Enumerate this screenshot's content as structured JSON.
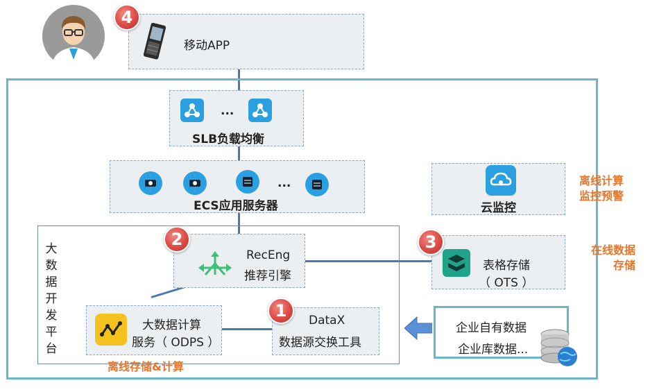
{
  "mobile_app": {
    "label": "移动APP",
    "badge": "4"
  },
  "slb": {
    "label": "SLB负载均衡",
    "ellipsis": "..."
  },
  "ecs": {
    "label": "ECS应用服务器",
    "ellipsis": "..."
  },
  "cloud_monitor": {
    "label": "云监控"
  },
  "platform": {
    "vertical_label": [
      "大",
      "数",
      "据",
      "开",
      "发",
      "平",
      "台"
    ]
  },
  "receng": {
    "line1": "RecEng",
    "line2": "推荐引擎",
    "badge": "2"
  },
  "ots": {
    "line1": "表格存储",
    "line2": "（ OTS ）",
    "badge": "3"
  },
  "odps": {
    "line1": "大数据计算",
    "line2": "服务（ ODPS ）"
  },
  "datax": {
    "line1": "DataX",
    "line2": "数据源交换工具",
    "badge": "1"
  },
  "enterprise": {
    "line1": "企业自有数据",
    "line2": "企业库数据..."
  },
  "side_notes": {
    "offline_compute": [
      "离线计算",
      "监控预警"
    ],
    "online_storage": [
      "在线数据",
      "存储"
    ],
    "offline_storage": "离线存储&计算"
  },
  "colors": {
    "accent_orange": "#e6762b",
    "frame_teal": "#6cb6c8",
    "icon_blue": "#2aa0e0",
    "badge_red": "#dc4a45"
  }
}
